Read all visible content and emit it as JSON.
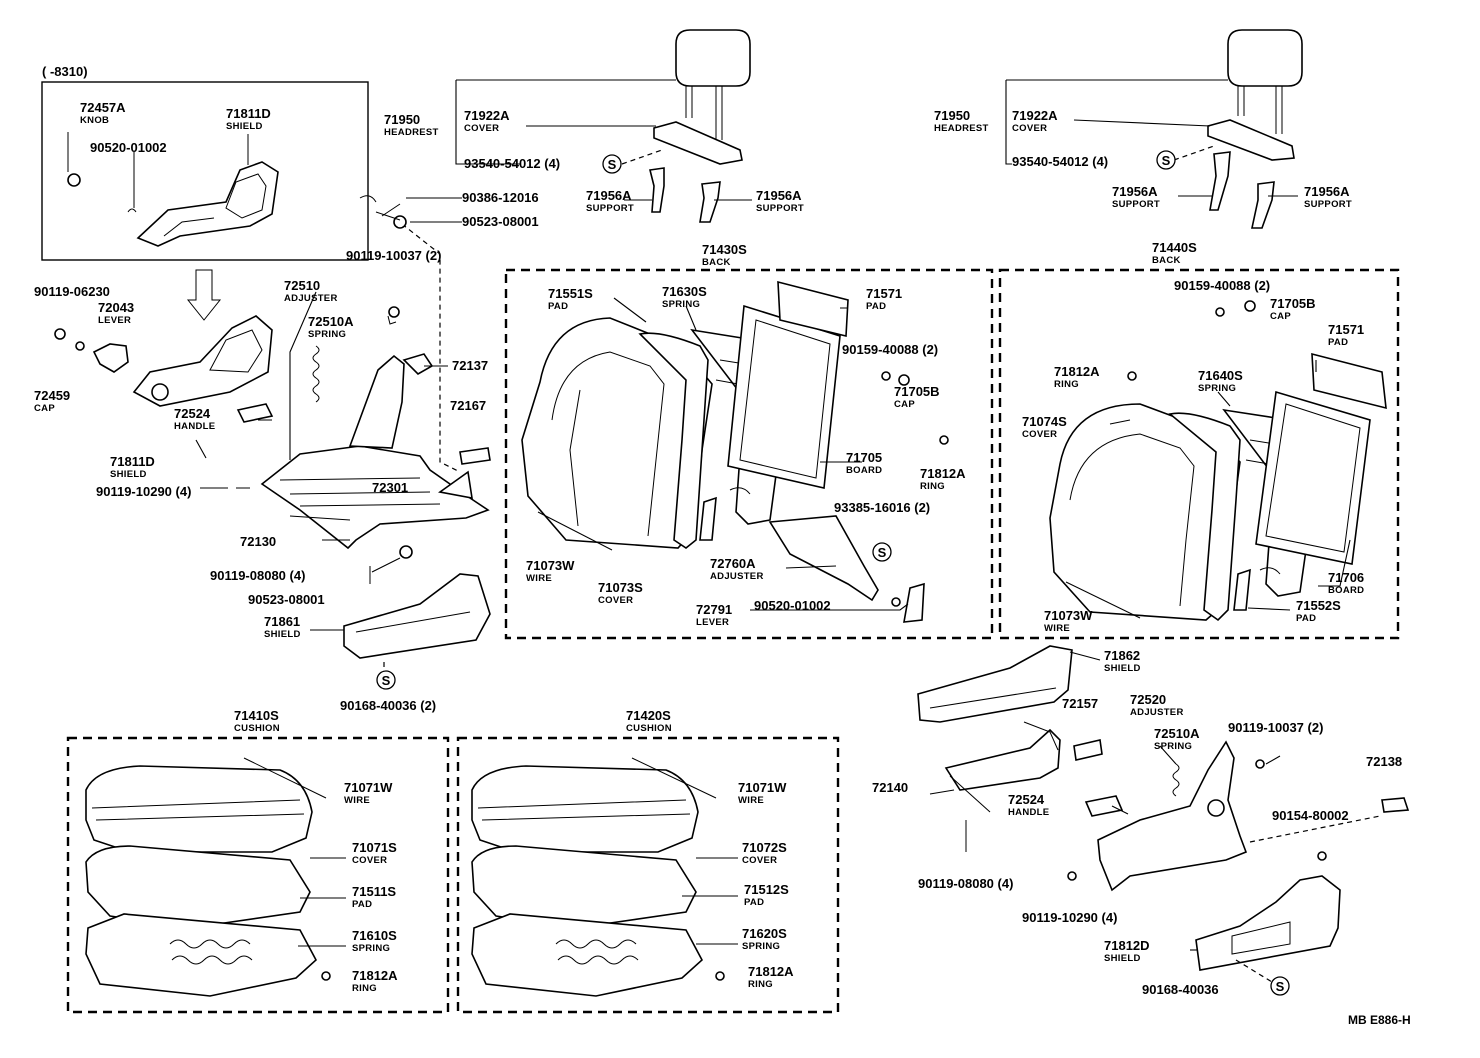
{
  "range_note": "(      -8310)",
  "diagram_code": "MB E886-H",
  "labels": [
    {
      "id": "p72457A",
      "num": "72457A",
      "sub": "KNOB"
    },
    {
      "id": "p71811D_top",
      "num": "71811D",
      "sub": "SHIELD"
    },
    {
      "id": "p90520_01002_top",
      "num": "90520-01002",
      "sub": ""
    },
    {
      "id": "p90119_06230",
      "num": "90119-06230",
      "sub": ""
    },
    {
      "id": "p72043",
      "num": "72043",
      "sub": "LEVER"
    },
    {
      "id": "p72459",
      "num": "72459",
      "sub": "CAP"
    },
    {
      "id": "p72510",
      "num": "72510",
      "sub": "ADJUSTER"
    },
    {
      "id": "p72510A_left",
      "num": "72510A",
      "sub": "SPRING"
    },
    {
      "id": "p72524_left",
      "num": "72524",
      "sub": "HANDLE"
    },
    {
      "id": "p71811D_left",
      "num": "71811D",
      "sub": "SHIELD"
    },
    {
      "id": "p90119_10290_left",
      "num": "90119-10290 (4)",
      "sub": ""
    },
    {
      "id": "p72301",
      "num": "72301",
      "sub": ""
    },
    {
      "id": "p72130",
      "num": "72130",
      "sub": ""
    },
    {
      "id": "p90119_08080_left",
      "num": "90119-08080 (4)",
      "sub": ""
    },
    {
      "id": "p90523_08001_low",
      "num": "90523-08001",
      "sub": ""
    },
    {
      "id": "p71861",
      "num": "71861",
      "sub": "SHIELD"
    },
    {
      "id": "p90168_40036_left",
      "num": "90168-40036 (2)",
      "sub": ""
    },
    {
      "id": "p90386_12016",
      "num": "90386-12016",
      "sub": ""
    },
    {
      "id": "p90523_08001_top",
      "num": "90523-08001",
      "sub": ""
    },
    {
      "id": "p90119_10037_left",
      "num": "90119-10037 (2)",
      "sub": ""
    },
    {
      "id": "p72137",
      "num": "72137",
      "sub": ""
    },
    {
      "id": "p72167",
      "num": "72167",
      "sub": ""
    },
    {
      "id": "p71950_left",
      "num": "71950",
      "sub": "HEADREST"
    },
    {
      "id": "p71922A_left",
      "num": "71922A",
      "sub": "COVER"
    },
    {
      "id": "p93540_left",
      "num": "93540-54012 (4)",
      "sub": ""
    },
    {
      "id": "p71956A_l1",
      "num": "71956A",
      "sub": "SUPPORT"
    },
    {
      "id": "p71956A_l2",
      "num": "71956A",
      "sub": "SUPPORT"
    },
    {
      "id": "p71430S",
      "num": "71430S",
      "sub": "BACK"
    },
    {
      "id": "p71551S",
      "num": "71551S",
      "sub": "PAD"
    },
    {
      "id": "p71630S",
      "num": "71630S",
      "sub": "SPRING"
    },
    {
      "id": "p71571_left",
      "num": "71571",
      "sub": "PAD"
    },
    {
      "id": "p90159_40088_left",
      "num": "90159-40088 (2)",
      "sub": ""
    },
    {
      "id": "p71705B_left",
      "num": "71705B",
      "sub": "CAP"
    },
    {
      "id": "p71705",
      "num": "71705",
      "sub": "BOARD"
    },
    {
      "id": "p71812A_mid",
      "num": "71812A",
      "sub": "RING"
    },
    {
      "id": "p93385_16016",
      "num": "93385-16016 (2)",
      "sub": ""
    },
    {
      "id": "p72760A",
      "num": "72760A",
      "sub": "ADJUSTER"
    },
    {
      "id": "p71073W_left",
      "num": "71073W",
      "sub": "WIRE"
    },
    {
      "id": "p71073S",
      "num": "71073S",
      "sub": "COVER"
    },
    {
      "id": "p72791",
      "num": "72791",
      "sub": "LEVER"
    },
    {
      "id": "p90520_01002_mid",
      "num": "90520-01002",
      "sub": ""
    },
    {
      "id": "p71950_right",
      "num": "71950",
      "sub": "HEADREST"
    },
    {
      "id": "p71922A_right",
      "num": "71922A",
      "sub": "COVER"
    },
    {
      "id": "p93540_right",
      "num": "93540-54012 (4)",
      "sub": ""
    },
    {
      "id": "p71956A_r1",
      "num": "71956A",
      "sub": "SUPPORT"
    },
    {
      "id": "p71956A_r2",
      "num": "71956A",
      "sub": "SUPPORT"
    },
    {
      "id": "p71440S",
      "num": "71440S",
      "sub": "BACK"
    },
    {
      "id": "p90159_40088_right",
      "num": "90159-40088 (2)",
      "sub": ""
    },
    {
      "id": "p71705B_right",
      "num": "71705B",
      "sub": "CAP"
    },
    {
      "id": "p71571_right",
      "num": "71571",
      "sub": "PAD"
    },
    {
      "id": "p71812A_rtop",
      "num": "71812A",
      "sub": "RING"
    },
    {
      "id": "p71640S",
      "num": "71640S",
      "sub": "SPRING"
    },
    {
      "id": "p71074S",
      "num": "71074S",
      "sub": "COVER"
    },
    {
      "id": "p71706",
      "num": "71706",
      "sub": "BOARD"
    },
    {
      "id": "p71073W_right",
      "num": "71073W",
      "sub": "WIRE"
    },
    {
      "id": "p71552S",
      "num": "71552S",
      "sub": "PAD"
    },
    {
      "id": "p71862",
      "num": "71862",
      "sub": "SHIELD"
    },
    {
      "id": "p72157",
      "num": "72157",
      "sub": ""
    },
    {
      "id": "p72520",
      "num": "72520",
      "sub": "ADJUSTER"
    },
    {
      "id": "p72510A_right",
      "num": "72510A",
      "sub": "SPRING"
    },
    {
      "id": "p90119_10037_right",
      "num": "90119-10037 (2)",
      "sub": ""
    },
    {
      "id": "p72138",
      "num": "72138",
      "sub": ""
    },
    {
      "id": "p72140",
      "num": "72140",
      "sub": ""
    },
    {
      "id": "p72524_right",
      "num": "72524",
      "sub": "HANDLE"
    },
    {
      "id": "p90154_80002",
      "num": "90154-80002",
      "sub": ""
    },
    {
      "id": "p90119_08080_right",
      "num": "90119-08080 (4)",
      "sub": ""
    },
    {
      "id": "p90119_10290_right",
      "num": "90119-10290 (4)",
      "sub": ""
    },
    {
      "id": "p71812D",
      "num": "71812D",
      "sub": "SHIELD"
    },
    {
      "id": "p90168_40036_right",
      "num": "90168-40036",
      "sub": ""
    },
    {
      "id": "p71410S",
      "num": "71410S",
      "sub": "CUSHION"
    },
    {
      "id": "p71071W_a",
      "num": "71071W",
      "sub": "WIRE"
    },
    {
      "id": "p71071S",
      "num": "71071S",
      "sub": "COVER"
    },
    {
      "id": "p71511S",
      "num": "71511S",
      "sub": "PAD"
    },
    {
      "id": "p71610S",
      "num": "71610S",
      "sub": "SPRING"
    },
    {
      "id": "p71812A_c1",
      "num": "71812A",
      "sub": "RING"
    },
    {
      "id": "p71420S",
      "num": "71420S",
      "sub": "CUSHION"
    },
    {
      "id": "p71071W_b",
      "num": "71071W",
      "sub": "WIRE"
    },
    {
      "id": "p71072S",
      "num": "71072S",
      "sub": "COVER"
    },
    {
      "id": "p71512S",
      "num": "71512S",
      "sub": "PAD"
    },
    {
      "id": "p71620S",
      "num": "71620S",
      "sub": "SPRING"
    },
    {
      "id": "p71812A_c2",
      "num": "71812A",
      "sub": "RING"
    }
  ]
}
